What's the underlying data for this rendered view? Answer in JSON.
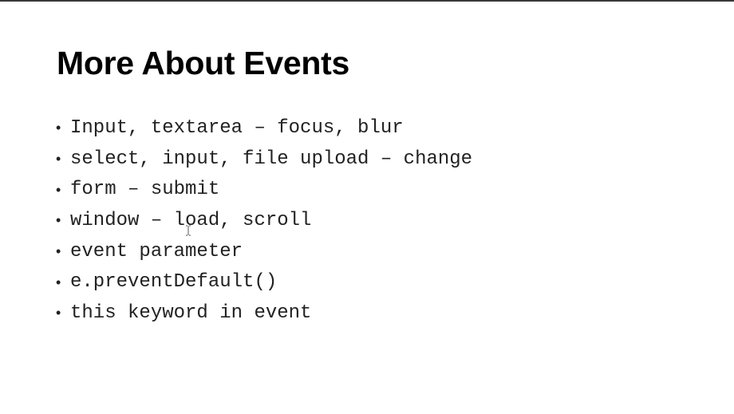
{
  "slide": {
    "title": "More About Events",
    "bullet_glyph": "•",
    "bullets": [
      "Input, textarea – focus, blur",
      "select, input, file upload – change",
      "form – submit",
      "window – load, scroll",
      "event parameter",
      "e.preventDefault()",
      "this keyword in event"
    ]
  },
  "cursor": {
    "icon": "text-cursor-icon"
  }
}
